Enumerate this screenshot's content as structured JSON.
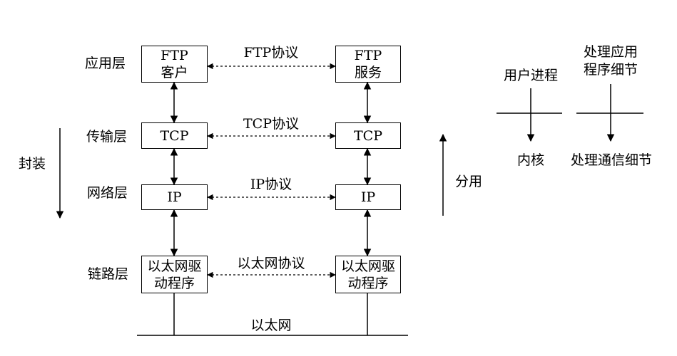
{
  "layers": {
    "application": "应用层",
    "transport": "传输层",
    "network": "网络层",
    "link": "链路层"
  },
  "process_labels": {
    "encapsulate": "封装",
    "demultiplex": "分用"
  },
  "left_stack": {
    "ftp_line1": "FTP",
    "ftp_line2": "客户",
    "tcp": "TCP",
    "ip": "IP",
    "driver_line1": "以太网驱",
    "driver_line2": "动程序"
  },
  "right_stack": {
    "ftp_line1": "FTP",
    "ftp_line2": "服务",
    "tcp": "TCP",
    "ip": "IP",
    "driver_line1": "以太网驱",
    "driver_line2": "动程序"
  },
  "protocols": {
    "ftp": "FTP协议",
    "tcp": "TCP协议",
    "ip": "IP协议",
    "ethernet": "以太网协议"
  },
  "network_medium": "以太网",
  "legend_user_kernel": {
    "top": "用户进程",
    "bottom": "内核"
  },
  "legend_detail": {
    "top_line1": "处理应用",
    "top_line2": "程序细节",
    "bottom": "处理通信细节"
  }
}
